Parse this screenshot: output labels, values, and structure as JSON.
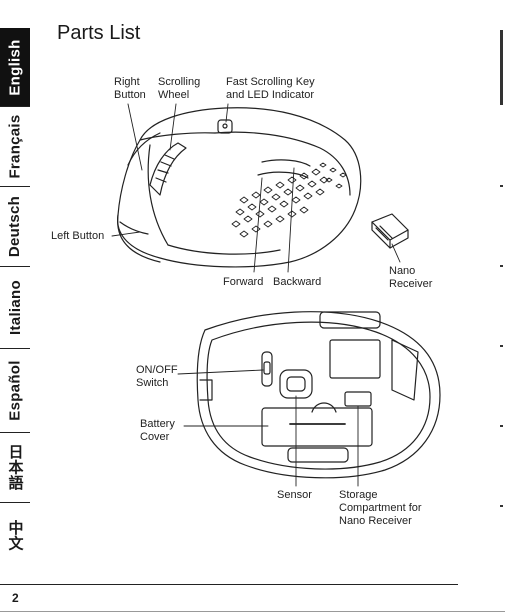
{
  "title": "Parts List",
  "page_number": "2",
  "languages": [
    {
      "label": "English",
      "active": true
    },
    {
      "label": "Français",
      "active": false
    },
    {
      "label": "Deutsch",
      "active": false
    },
    {
      "label": "Italiano",
      "active": false
    },
    {
      "label": "Español",
      "active": false
    },
    {
      "label": "日本語",
      "active": false
    },
    {
      "label": "中文",
      "active": false
    }
  ],
  "top_labels": {
    "right_button": "Right\nButton",
    "scrolling_wheel": "Scrolling\nWheel",
    "fast_scrolling": "Fast Scrolling Key\nand LED Indicator",
    "left_button": "Left Button",
    "forward": "Forward",
    "backward": "Backward",
    "nano_receiver": "Nano\nReceiver"
  },
  "bottom_labels": {
    "on_off": "ON/OFF\nSwitch",
    "battery_cover": "Battery\nCover",
    "sensor": "Sensor",
    "storage": "Storage\nCompartment for\nNano Receiver"
  }
}
